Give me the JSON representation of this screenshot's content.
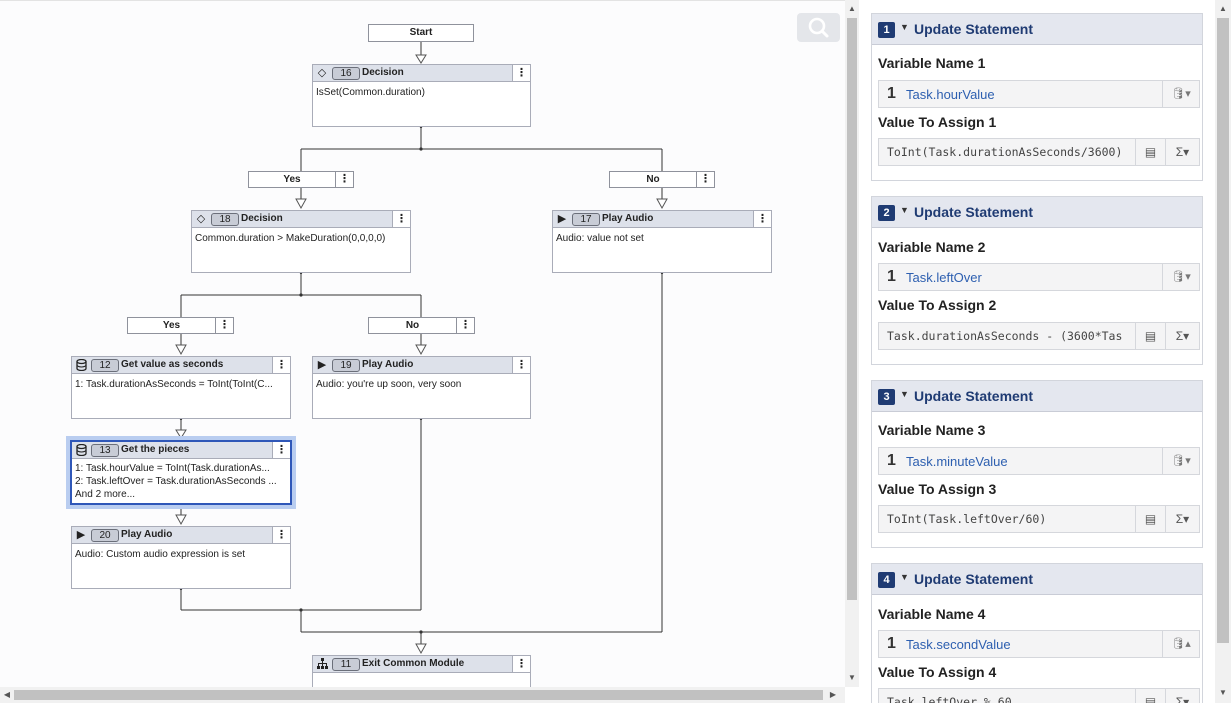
{
  "flow": {
    "start_label": "Start",
    "nodes": {
      "n16": {
        "id": "16",
        "title": "Decision",
        "icon": "diamond-icon",
        "lines": [
          "IsSet(Common.duration)"
        ]
      },
      "n18": {
        "id": "18",
        "title": "Decision",
        "icon": "diamond-icon",
        "lines": [
          "Common.duration > MakeDuration(0,0,0,0)"
        ]
      },
      "n17": {
        "id": "17",
        "title": "Play Audio",
        "icon": "play-icon",
        "lines": [
          "Audio: value not set"
        ]
      },
      "n12": {
        "id": "12",
        "title": "Get value as seconds",
        "icon": "database-icon",
        "lines": [
          "1: Task.durationAsSeconds = ToInt(ToInt(C..."
        ]
      },
      "n19": {
        "id": "19",
        "title": "Play Audio",
        "icon": "play-icon",
        "lines": [
          "Audio: you're up soon, very soon"
        ]
      },
      "n13": {
        "id": "13",
        "title": "Get the pieces",
        "icon": "database-icon",
        "lines": [
          "1: Task.hourValue = ToInt(Task.durationAs...",
          "2: Task.leftOver = Task.durationAsSeconds ...",
          "And 2 more..."
        ]
      },
      "n20": {
        "id": "20",
        "title": "Play Audio",
        "icon": "play-icon",
        "lines": [
          "Audio: Custom audio expression is set"
        ]
      },
      "n11": {
        "id": "11",
        "title": "Exit Common Module",
        "icon": "hierarchy-icon",
        "lines": []
      }
    },
    "branches": {
      "yes1": "Yes",
      "no1": "No",
      "yes2": "Yes",
      "no2": "No"
    },
    "menu_glyph": "⋮"
  },
  "panel": {
    "statements": [
      {
        "num": "1",
        "title": "Update Statement",
        "var_label": "Variable Name 1",
        "var_value": "Task.hourValue",
        "assign_label": "Value To Assign 1",
        "expr": "ToInt(Task.durationAsSeconds/3600)"
      },
      {
        "num": "2",
        "title": "Update Statement",
        "var_label": "Variable Name 2",
        "var_value": "Task.leftOver",
        "assign_label": "Value To Assign 2",
        "expr": "Task.durationAsSeconds - (3600*Tas"
      },
      {
        "num": "3",
        "title": "Update Statement",
        "var_label": "Variable Name 3",
        "var_value": "Task.minuteValue",
        "assign_label": "Value To Assign 3",
        "expr": "ToInt(Task.leftOver/60)"
      },
      {
        "num": "4",
        "title": "Update Statement",
        "var_label": "Variable Name 4",
        "var_value": "Task.secondValue",
        "assign_label": "Value To Assign 4",
        "expr": "Task.leftOver % 60"
      }
    ],
    "var_type_glyph": "1"
  }
}
